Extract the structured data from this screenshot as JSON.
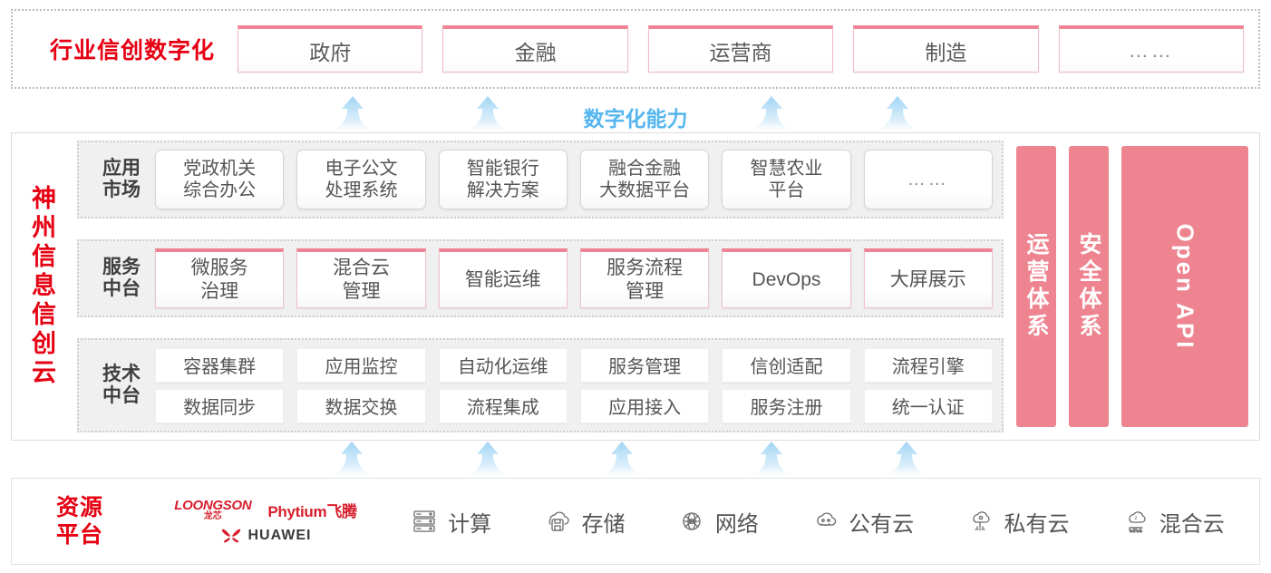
{
  "industry": {
    "title": "行业信创数字化",
    "cards": [
      "政府",
      "金融",
      "运营商",
      "制造",
      "……"
    ]
  },
  "capability_label": "数字化能力",
  "cloud": {
    "title_chars": [
      "神",
      "州",
      "信",
      "息",
      "信",
      "创",
      "云"
    ],
    "layers": [
      {
        "label": "应用\n市场",
        "label_lines": [
          "应用",
          "市场"
        ],
        "cards": [
          {
            "lines": [
              "党政机关",
              "综合办公"
            ]
          },
          {
            "lines": [
              "电子公文",
              "处理系统"
            ]
          },
          {
            "lines": [
              "智能银行",
              "解决方案"
            ]
          },
          {
            "lines": [
              "融合金融",
              "大数据平台"
            ]
          },
          {
            "lines": [
              "智慧农业",
              "平台"
            ]
          },
          {
            "lines": [
              "……"
            ],
            "dots": true
          }
        ]
      },
      {
        "label_lines": [
          "服务",
          "中台"
        ],
        "cards": [
          {
            "lines": [
              "微服务",
              "治理"
            ]
          },
          {
            "lines": [
              "混合云",
              "管理"
            ]
          },
          {
            "lines": [
              "智能运维"
            ]
          },
          {
            "lines": [
              "服务流程",
              "管理"
            ]
          },
          {
            "lines": [
              "DevOps"
            ]
          },
          {
            "lines": [
              "大屏展示"
            ]
          }
        ]
      },
      {
        "label_lines": [
          "技术",
          "中台"
        ],
        "rows": [
          [
            "容器集群",
            "应用监控",
            "自动化运维",
            "服务管理",
            "信创适配",
            "流程引擎"
          ],
          [
            "数据同步",
            "数据交换",
            "流程集成",
            "应用接入",
            "服务注册",
            "统一认证"
          ]
        ]
      }
    ],
    "pillars": [
      {
        "text": "运营体系",
        "mode": "cjk"
      },
      {
        "text": "安全体系",
        "mode": "cjk"
      },
      {
        "text": "Open API",
        "mode": "rot"
      }
    ]
  },
  "resource": {
    "title_lines": [
      "资源",
      "平台"
    ],
    "vendors": [
      {
        "name": "LOONGSON",
        "cn": "龙芯",
        "icon": "loongson-logo"
      },
      {
        "name": "Phytium飞腾",
        "icon": "phytium-logo"
      },
      {
        "name": "HUAWEI",
        "icon": "huawei-logo"
      }
    ],
    "items": [
      {
        "label": "计算",
        "icon": "server-rack-icon"
      },
      {
        "label": "存储",
        "icon": "cloud-storage-icon"
      },
      {
        "label": "网络",
        "icon": "network-globe-icon"
      },
      {
        "label": "公有云",
        "icon": "public-cloud-icon"
      },
      {
        "label": "私有云",
        "icon": "private-cloud-icon"
      },
      {
        "label": "混合云",
        "icon": "hybrid-cloud-icon"
      }
    ]
  },
  "colors": {
    "brand_red": "#e60012",
    "pink": "#ee8490",
    "pink_border": "#ef8293",
    "arrow_blue": "#a8d8f5",
    "capability_blue": "#56b6ef",
    "band_bg": "#f0f0f0"
  },
  "arrows": {
    "top_x": [
      389,
      538,
      851,
      990
    ],
    "bottom_x": [
      388,
      538,
      686,
      851,
      1000
    ]
  }
}
